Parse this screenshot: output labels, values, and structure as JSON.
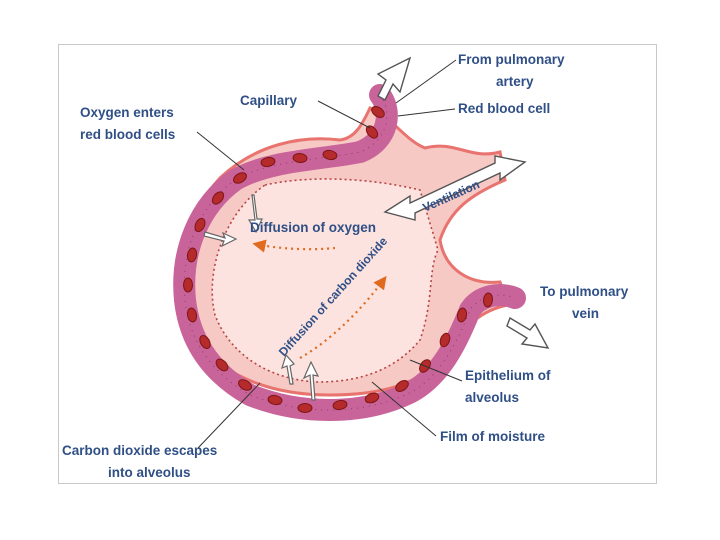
{
  "colors": {
    "label_text": "#2f4f86",
    "capillary": "#c9649a",
    "capillary_edge": "#8e3c6e",
    "red_blood_cell": "#b52a2a",
    "alveolus_fill": "#f7c9c4",
    "alveolus_inner": "#fde3df",
    "epithelium": "#e8736f",
    "diffusion_arrow": "#e06a1e",
    "frame_border": "#c9c9c9"
  },
  "labels": {
    "from_artery_1": "From pulmonary",
    "from_artery_2": "artery",
    "red_blood_cell": "Red blood cell",
    "capillary": "Capillary",
    "oxygen_enters_1": "Oxygen enters",
    "oxygen_enters_2": "red blood cells",
    "ventilation": "Ventilation",
    "diffusion_oxygen": "Diffusion of oxygen",
    "diffusion_co2": "Diffusion of carbon dioxide",
    "to_vein_1": "To pulmonary",
    "to_vein_2": "vein",
    "epithelium_1": "Epithelium of",
    "epithelium_2": "alveolus",
    "film_moisture": "Film of moisture",
    "co2_escapes_1": "Carbon dioxide escapes",
    "co2_escapes_2": "into alveolus"
  },
  "icons": {
    "inflow_arrow": "hollow-arrow-down-left",
    "outflow_arrow": "hollow-arrow-down-right",
    "ventilation_arrow": "hollow-double-arrow",
    "diffusion_arrow": "dotted-orange-arrow"
  }
}
